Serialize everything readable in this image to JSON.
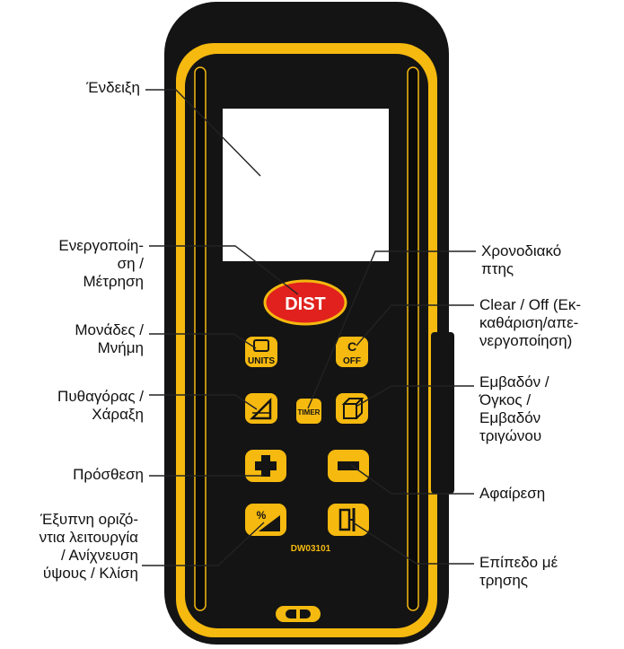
{
  "labels": {
    "display": "Ένδειξη",
    "power_measure": "Ενεργοποίη-\nση /\nΜέτρηση",
    "units_memory": "Μονάδες /\nΜνήμη",
    "pythagoras": "Πυθαγόρας /\nΧάραξη",
    "addition": "Πρόσθεση",
    "smart_level": "Έξυπνη οριζό-\nντια λειτουργία\n/ Ανίχνευση\nύψους / Κλίση",
    "timer": "Χρονοδιακό\nπτης",
    "clear_off": "Clear / Off (Εκ-\nκαθάριση/απε-\nνεργοποίηση)",
    "area_volume": "Εμβαδόν /\nΌγκος /\nΕμβαδόν\nτριγώνου",
    "subtraction": "Αφαίρεση",
    "reference": "Επίπεδο μέ\nτρησης"
  },
  "device": {
    "dist_label": "DIST",
    "units_label": "UNITS",
    "off_label": "OFF",
    "c_label": "C",
    "timer_label": "TIMER",
    "percent_label": "%",
    "model": "DW03101"
  },
  "colors": {
    "yellow": "#F5B90F",
    "black": "#141414",
    "red": "#E0211D"
  }
}
